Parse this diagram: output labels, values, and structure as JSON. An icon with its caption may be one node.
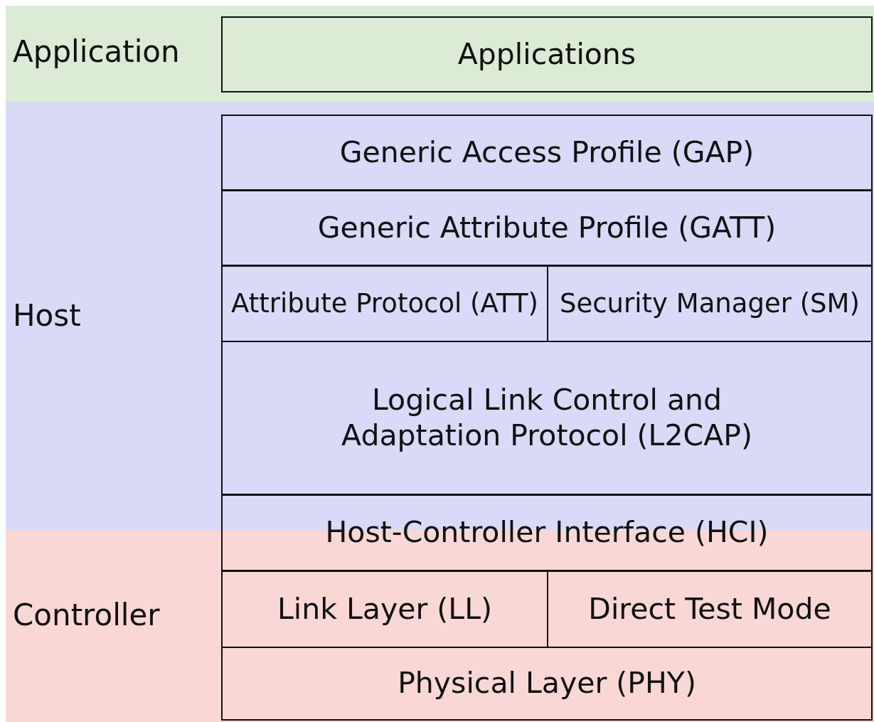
{
  "diagram": {
    "nodes": [
      {
        "text": [
          "Application"
        ]
      },
      {
        "text": [
          "Applications"
        ],
        "in": 0
      },
      {
        "text": [
          "Host"
        ]
      },
      {
        "text": [
          "Generic Access Profile (GAP)"
        ],
        "in": 2
      },
      {
        "text": [
          "Generic Attribute Profile (GATT)"
        ],
        "in": 2
      },
      {
        "text": [
          "Attribute Protocol (ATT)"
        ],
        "in": 2
      },
      {
        "text": [
          "Security Manager (SM)"
        ],
        "in": 2
      },
      {
        "text": [
          "Logical Link Control and Adaptation Protocol (L2CAP)"
        ],
        "in": 2
      },
      {
        "text": [
          "Controller"
        ]
      },
      {
        "text": [
          "Host-Controller Interface (HCI)"
        ]
      },
      {
        "text": [
          "Link Layer (LL)"
        ],
        "in": 8
      },
      {
        "text": [
          "Direct Test Mode"
        ],
        "in": 8
      },
      {
        "text": [
          "Physical Layer (PHY)"
        ],
        "in": 8
      }
    ],
    "edges": []
  }
}
